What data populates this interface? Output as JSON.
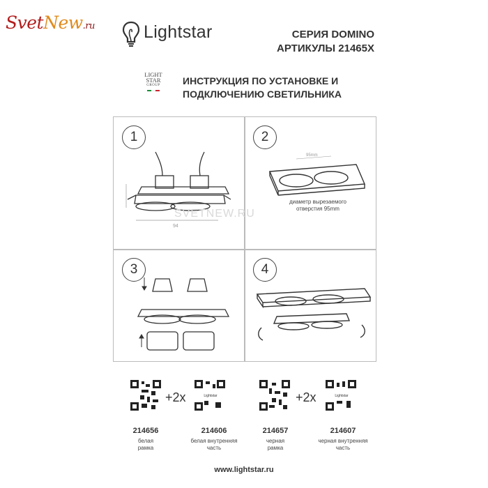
{
  "header": {
    "svetnew_prefix": "Svet",
    "svetnew_mid": "New",
    "svetnew_suffix": ".ru",
    "brand_name": "Lightstar",
    "series_line1": "СЕРИЯ DOMINO",
    "series_line2": "АРТИКУЛЫ 21465X"
  },
  "group_logo": {
    "line1": "LIGHT",
    "line2": "STAR",
    "line3": "GROUP"
  },
  "instruction": {
    "line1": "ИНСТРУКЦИЯ ПО УСТАНОВКЕ И",
    "line2": "ПОДКЛЮЧЕНИЮ СВЕТИЛЬНИКА"
  },
  "steps": [
    {
      "number": "1",
      "dim_label": "94"
    },
    {
      "number": "2",
      "dim_label": "95mm",
      "note_line1": "диаметр вырезаемого",
      "note_line2": "отверстия 95mm"
    },
    {
      "number": "3"
    },
    {
      "number": "4"
    }
  ],
  "watermark": "SVETNEW.RU",
  "products": [
    {
      "qr": "qr-code",
      "article": "214656",
      "desc_line1": "белая",
      "desc_line2": "рамка"
    },
    {
      "qr": "qr-code-lightstar",
      "article": "214606",
      "desc_line1": "белая внутренняя",
      "desc_line2": "часть"
    },
    {
      "qr": "qr-code",
      "article": "214657",
      "desc_line1": "черная",
      "desc_line2": "рамка"
    },
    {
      "qr": "qr-code-lightstar",
      "article": "214607",
      "desc_line1": "черная внутренняя",
      "desc_line2": "часть"
    }
  ],
  "multiplier": "+2x",
  "qr_center_label": "Lightstar",
  "footer_url": "www.lightstar.ru",
  "colors": {
    "svet_red": "#b31b1b",
    "svet_orange": "#e08a1c",
    "text_dark": "#333333",
    "panel_border": "#bbbbbb"
  }
}
